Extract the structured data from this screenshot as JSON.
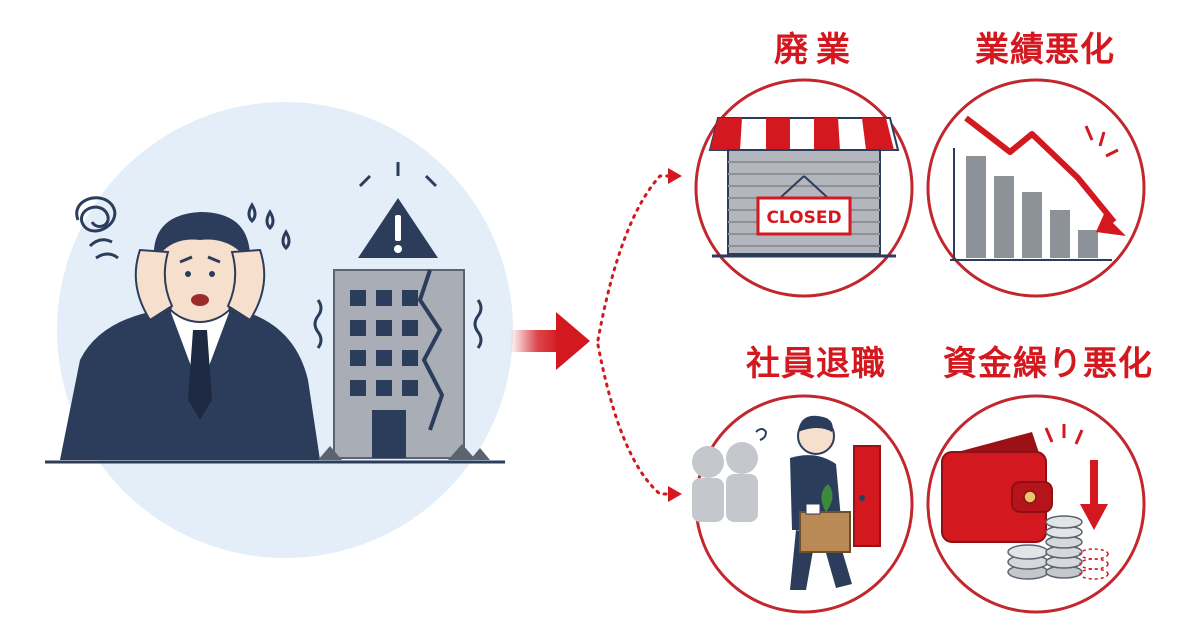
{
  "outcomes": {
    "closure": "廃業",
    "decline": "業績悪化",
    "resign": "社員退職",
    "cashflow": "資金繰り悪化"
  },
  "shop_sign": "CLOSED",
  "colors": {
    "accent_red": "#d3181f",
    "suit_navy": "#2c3d5c",
    "backdrop_blue": "#e3eef8",
    "building_gray": "#a9aeb6"
  },
  "icons": [
    "stress-scribble-icon",
    "sweat-drops-icon",
    "warning-triangle-icon",
    "arrow-right-icon",
    "down-arrow-icon",
    "wallet-icon",
    "coin-stack-icon"
  ]
}
